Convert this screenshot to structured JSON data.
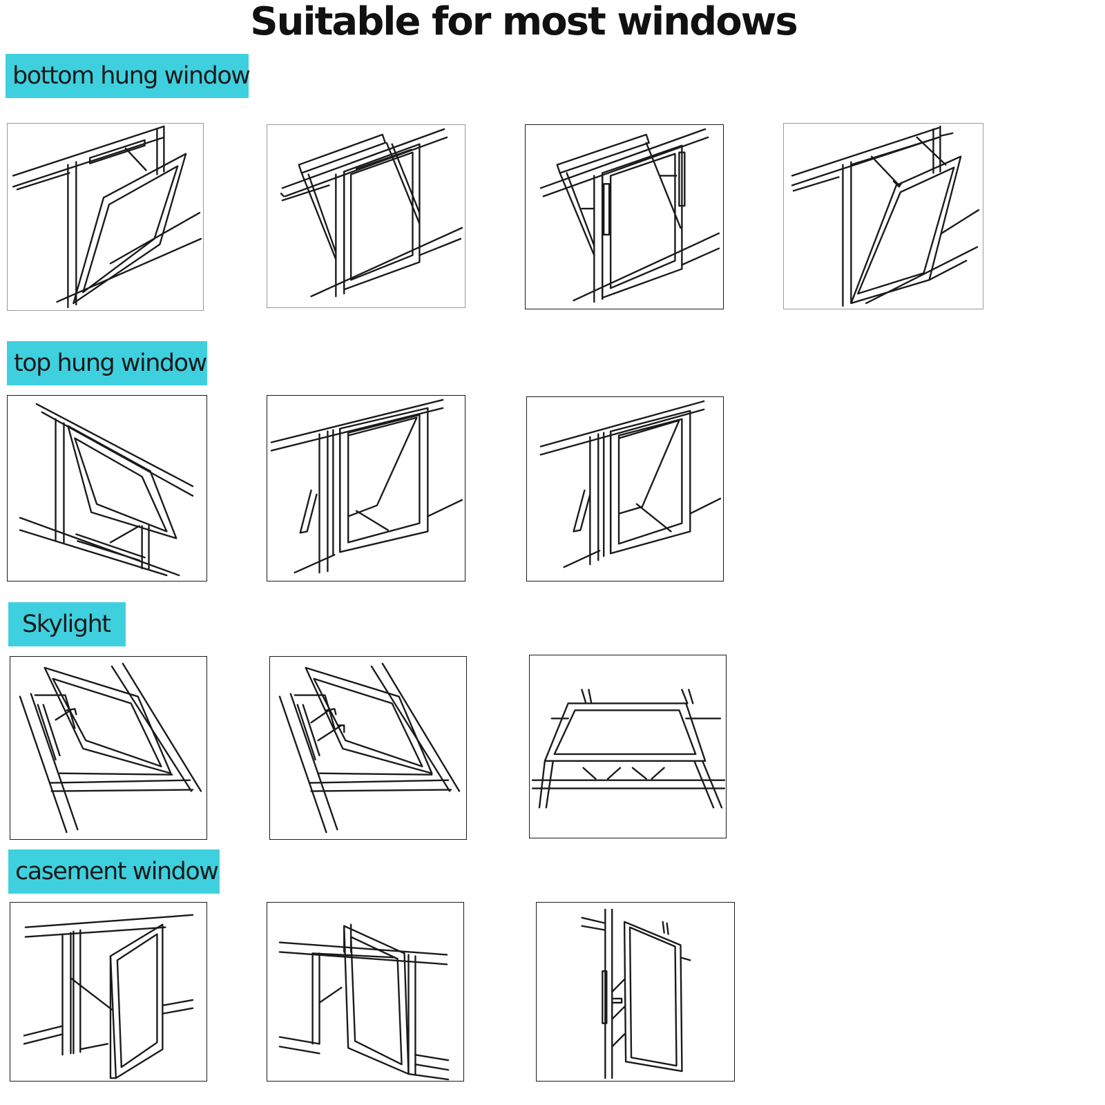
{
  "page": {
    "title": "Suitable for most windows",
    "accent_color": "#3fd0df"
  },
  "sections": [
    {
      "label": "bottom hung window",
      "panel_count": 4
    },
    {
      "label": "top hung window",
      "panel_count": 3
    },
    {
      "label": "Skylight",
      "panel_count": 3
    },
    {
      "label": "casement window",
      "panel_count": 3
    }
  ]
}
